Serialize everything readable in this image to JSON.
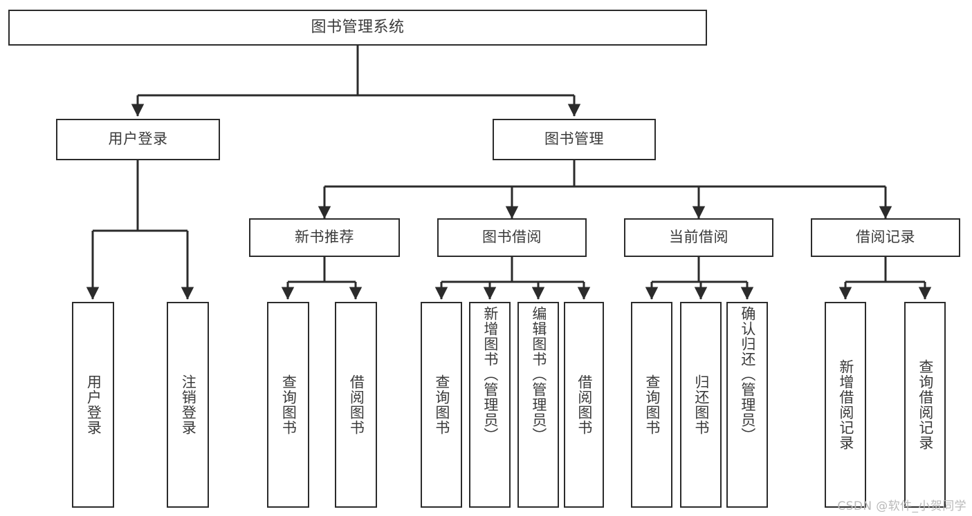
{
  "diagram": {
    "title": "图书管理系统",
    "type": "tree",
    "watermark": "CSDN @软件_小贺同学",
    "colors": {
      "node_border": "#2b2b2b",
      "node_fill": "#ffffff",
      "text": "#3a3a3a",
      "edge": "#2b2b2b",
      "watermark": "#b9b9b9",
      "background": "#ffffff"
    },
    "nodes": {
      "root": {
        "label": "图书管理系统",
        "orientation": "horizontal",
        "level": 0
      },
      "user_login": {
        "label": "用户登录",
        "orientation": "horizontal",
        "level": 1
      },
      "book_manage": {
        "label": "图书管理",
        "orientation": "horizontal",
        "level": 1
      },
      "new_book_rec": {
        "label": "新书推荐",
        "orientation": "horizontal",
        "level": 2
      },
      "book_borrow": {
        "label": "图书借阅",
        "orientation": "horizontal",
        "level": 2
      },
      "current_borrow": {
        "label": "当前借阅",
        "orientation": "horizontal",
        "level": 2
      },
      "borrow_record": {
        "label": "借阅记录",
        "orientation": "horizontal",
        "level": 2
      },
      "leaf_user_login": {
        "label": "用户登录",
        "orientation": "vertical",
        "level": 2,
        "parent": "user_login"
      },
      "leaf_logout": {
        "label": "注销登录",
        "orientation": "vertical",
        "level": 2,
        "parent": "user_login"
      },
      "leaf_query_book_1": {
        "label": "查询图书",
        "orientation": "vertical",
        "level": 3,
        "parent": "new_book_rec"
      },
      "leaf_borrow_book_1": {
        "label": "借阅图书",
        "orientation": "vertical",
        "level": 3,
        "parent": "new_book_rec"
      },
      "leaf_query_book_2": {
        "label": "查询图书",
        "orientation": "vertical",
        "level": 3,
        "parent": "book_borrow"
      },
      "leaf_add_book": {
        "label": "新增图书（管理员）",
        "orientation": "vertical",
        "level": 3,
        "parent": "book_borrow"
      },
      "leaf_edit_book": {
        "label": "编辑图书（管理员）",
        "orientation": "vertical",
        "level": 3,
        "parent": "book_borrow"
      },
      "leaf_borrow_book_2": {
        "label": "借阅图书",
        "orientation": "vertical",
        "level": 3,
        "parent": "book_borrow"
      },
      "leaf_query_book_3": {
        "label": "查询图书",
        "orientation": "vertical",
        "level": 3,
        "parent": "current_borrow"
      },
      "leaf_return_book": {
        "label": "归还图书",
        "orientation": "vertical",
        "level": 3,
        "parent": "current_borrow"
      },
      "leaf_confirm_return": {
        "label": "确认归还（管理员）",
        "orientation": "vertical",
        "level": 3,
        "parent": "current_borrow"
      },
      "leaf_add_record": {
        "label": "新增借阅记录",
        "orientation": "vertical",
        "level": 3,
        "parent": "borrow_record"
      },
      "leaf_query_record": {
        "label": "查询借阅记录",
        "orientation": "vertical",
        "level": 3,
        "parent": "borrow_record"
      }
    }
  }
}
